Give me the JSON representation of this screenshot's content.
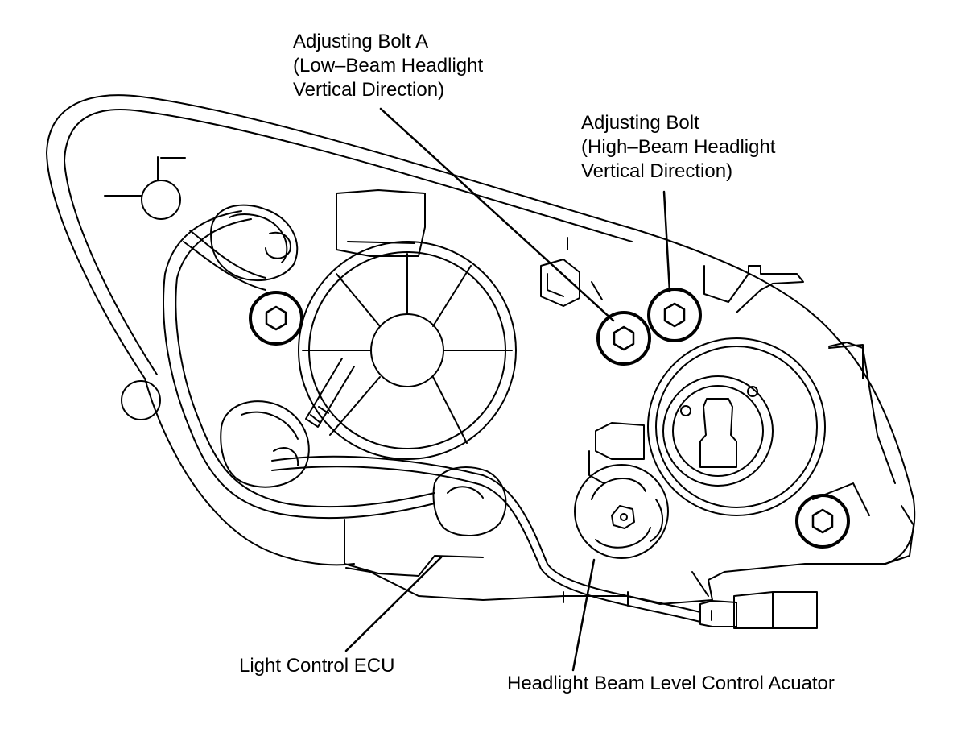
{
  "labels": {
    "bolt_a": {
      "line1": "Adjusting Bolt A",
      "line2": "(Low–Beam Headlight",
      "line3": "Vertical Direction)"
    },
    "bolt_high": {
      "line1": "Adjusting Bolt",
      "line2": "(High–Beam Headlight",
      "line3": "Vertical Direction)"
    },
    "ecu": "Light Control ECU",
    "actuator": "Headlight Beam Level Control Acuator"
  },
  "colors": {
    "ink": "#000000",
    "paper": "#ffffff"
  }
}
